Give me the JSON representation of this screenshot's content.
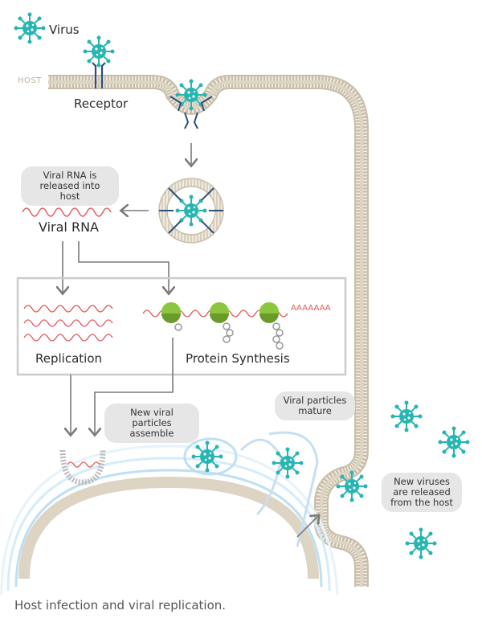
{
  "labels": {
    "virus": "Virus",
    "host": "HOST",
    "receptor": "Receptor",
    "viral_rna": "Viral RNA",
    "replication": "Replication",
    "protein_synthesis": "Protein Synthesis",
    "rna_tail": "AAAAAAA"
  },
  "notes": {
    "rna_released_line1": "Viral RNA is",
    "rna_released_line2": "released into host",
    "assemble_line1": "New viral",
    "assemble_line2": "particles assemble",
    "mature_line1": "Viral particles",
    "mature_line2": "mature",
    "release_line1": "New viruses",
    "release_line2": "are released",
    "release_line3": "from the host"
  },
  "caption": "Host infection and viral replication.",
  "colors": {
    "membrane": "#d8cfbf",
    "membrane_edge": "#b9ad98",
    "virus": "#26b5b0",
    "receptor": "#2d4f7a",
    "rna": "#e05a5a",
    "ribosome": "#8cc63f",
    "arrow": "#7a7a7a",
    "box": "#cccccc",
    "er": "#bfe0f2",
    "pill_bg": "#e6e6e6"
  }
}
